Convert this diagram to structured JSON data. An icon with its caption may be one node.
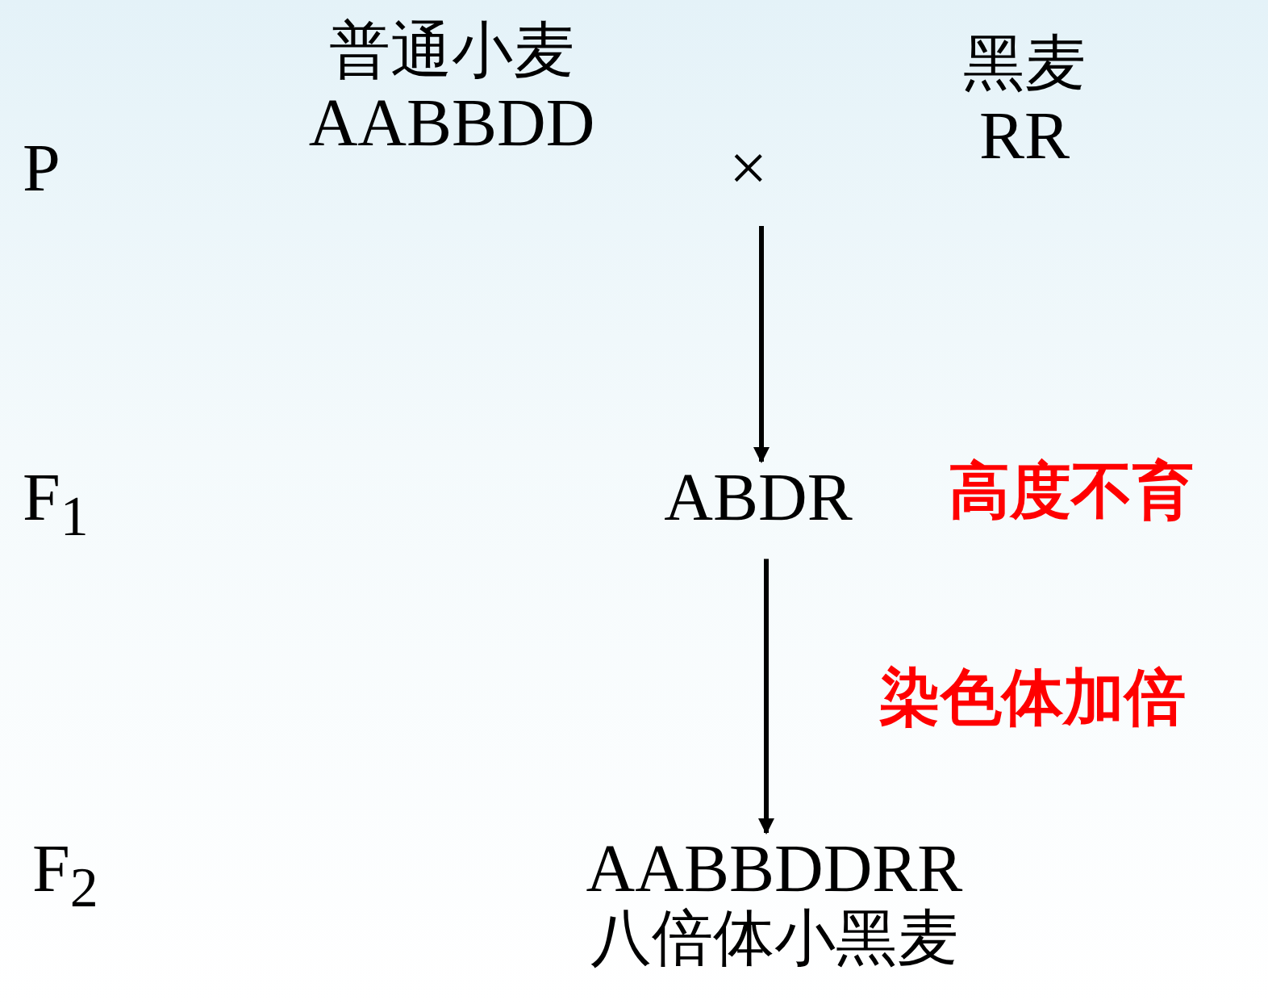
{
  "diagram": {
    "nodes": [
      {
        "text": [
          "普通小麦",
          "AABBDD"
        ]
      },
      {
        "text": [
          "黑麦",
          "RR"
        ]
      },
      {
        "text": [
          "ABDR"
        ],
        "beside": [
          "高度不育"
        ]
      },
      {
        "text": [
          "AABBDDRR",
          "八倍体小黑麦"
        ]
      }
    ],
    "edges": [
      {
        "from": null,
        "to": 2,
        "arrow": "to"
      },
      {
        "from": 2,
        "to": 3,
        "arrow": "to",
        "label": "染色体加倍"
      }
    ],
    "labels": [
      "P",
      "×",
      "F$_{1}$",
      "F$_{2}$"
    ]
  }
}
